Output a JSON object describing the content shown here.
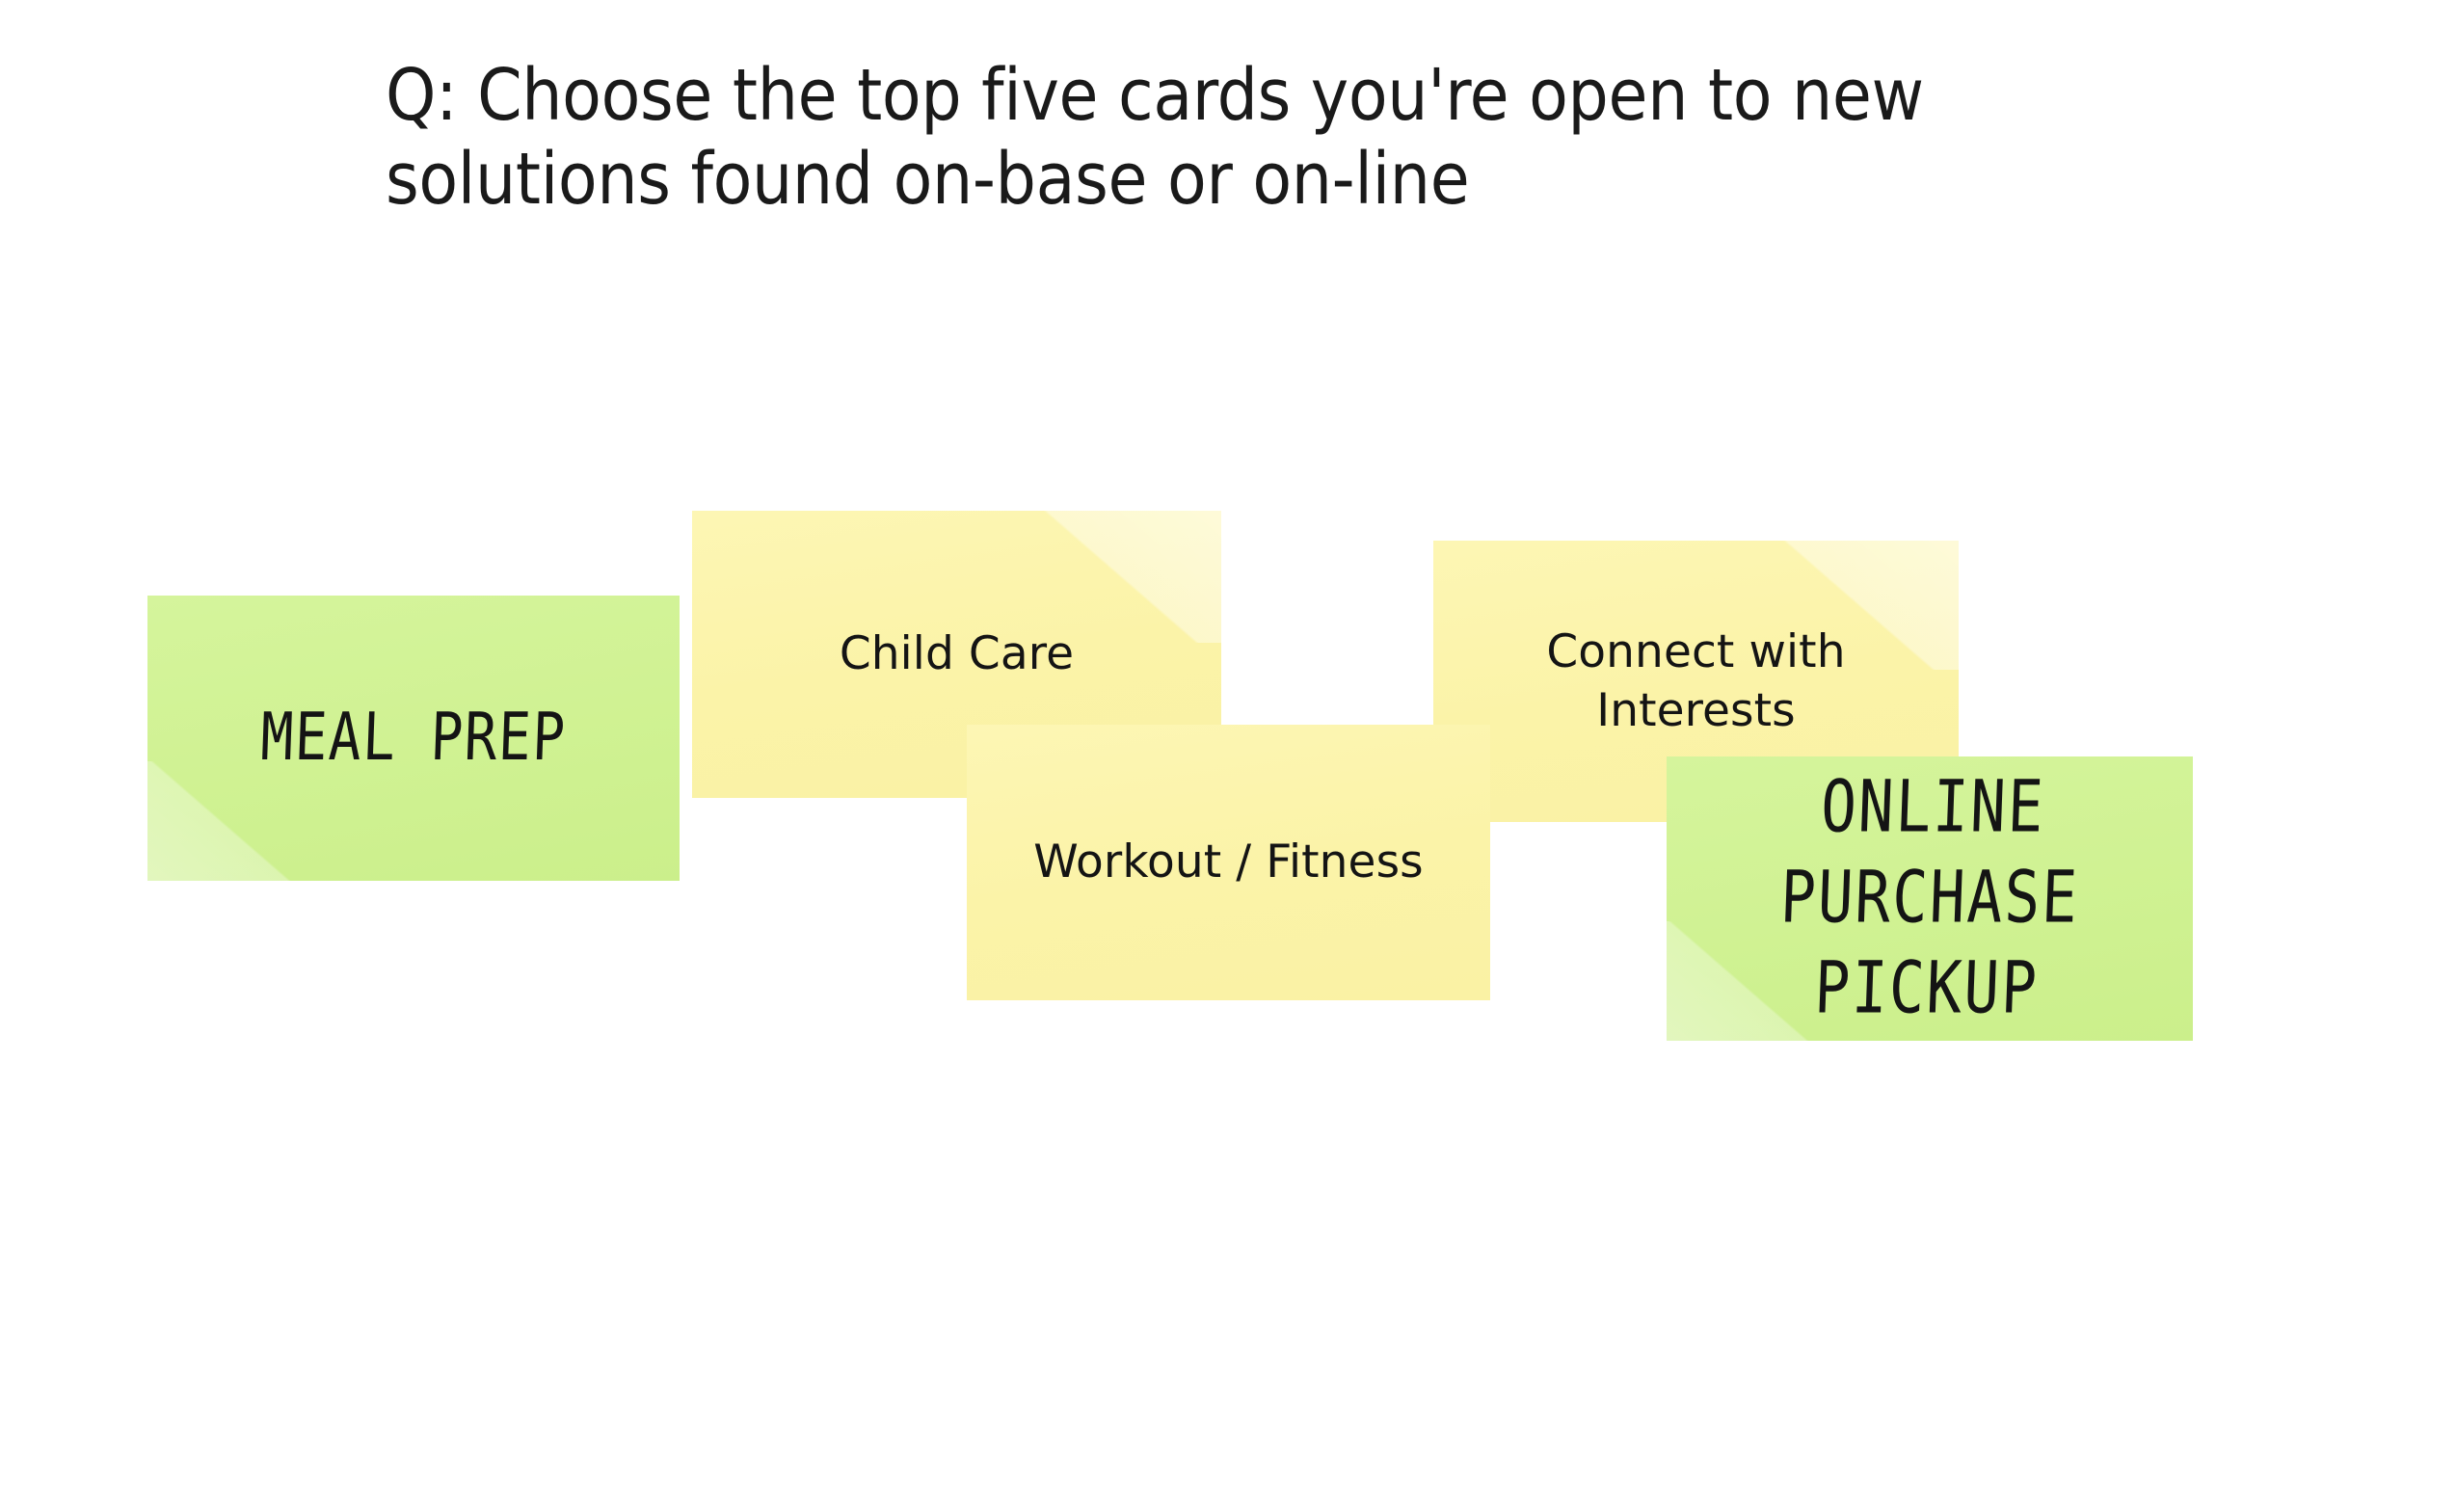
{
  "page": {
    "background_color": "#ffffff"
  },
  "heading": {
    "text": "Q: Choose the top five cards you're open to new\nsolutions found on-base or on-line",
    "color": "#1a1a1a"
  },
  "palette": {
    "yellow_note": "#fbf3a8",
    "green_note": "#d0f293",
    "note_text": "#141414",
    "shadow": "rgba(60,60,60,0.30)"
  },
  "notes": [
    {
      "id": "meal-prep",
      "label": "MEAL PREP",
      "color": "#d0f293",
      "color_name": "green",
      "style": "handwritten"
    },
    {
      "id": "child-care",
      "label": "Child Care",
      "color": "#fbf3a8",
      "color_name": "yellow",
      "style": "printed"
    },
    {
      "id": "workout-fitness",
      "label": "Workout / Fitness",
      "color": "#fbf3a8",
      "color_name": "yellow",
      "style": "printed"
    },
    {
      "id": "connect-with-interests",
      "label": "Connect with\nInterests",
      "color": "#fbf3a8",
      "color_name": "yellow",
      "style": "printed"
    },
    {
      "id": "online-purchase-pickup",
      "label": "ONLINE\nPURCHASE\nPICKUP",
      "color": "#d0f293",
      "color_name": "green",
      "style": "handwritten"
    }
  ]
}
